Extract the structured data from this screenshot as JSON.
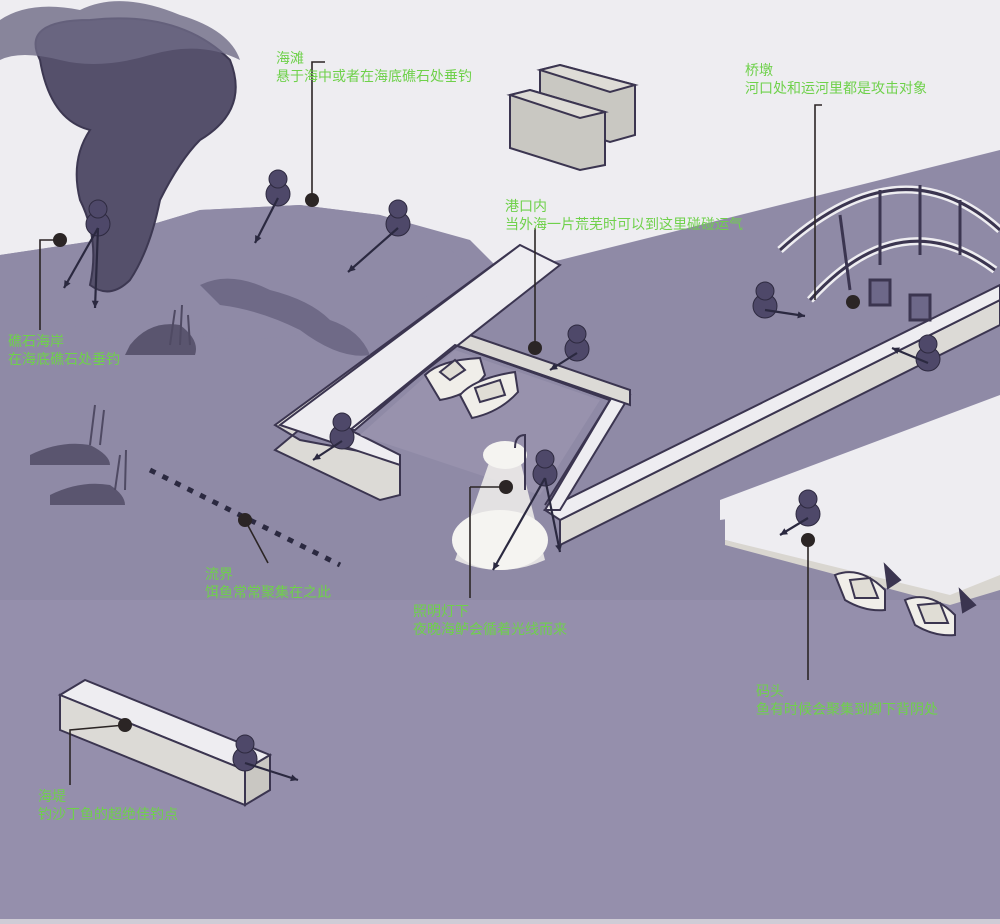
{
  "colors": {
    "sea": "#8f8aa6",
    "land": "#eeedf1",
    "wall": "#dcdad6",
    "fish": "#4e4869",
    "dot": "#2b2525",
    "label": "#6fd14b",
    "rock": "#55506b"
  },
  "labels": {
    "beach": {
      "title": "海滩",
      "desc": "悬于海中或者在海底礁石处垂钓"
    },
    "pier": {
      "title": "桥墩",
      "desc": "河口处和运河里都是攻击对象"
    },
    "harbor": {
      "title": "港口内",
      "desc": "当外海一片荒芜时可以到这里碰碰运气"
    },
    "rocky_shore": {
      "title": "礁石海岸",
      "desc": "在海底礁石处垂钓"
    },
    "current": {
      "title": "流界",
      "desc": "饵鱼常常聚集在之此"
    },
    "light": {
      "title": "照明灯下",
      "desc": "夜晚海鲈会循着光线而来"
    },
    "wharf": {
      "title": "码头",
      "desc": "鱼有时候会聚集到脚下背阴处"
    },
    "seawall": {
      "title": "海堤",
      "desc": "钓沙丁鱼的超绝佳钓点"
    }
  }
}
